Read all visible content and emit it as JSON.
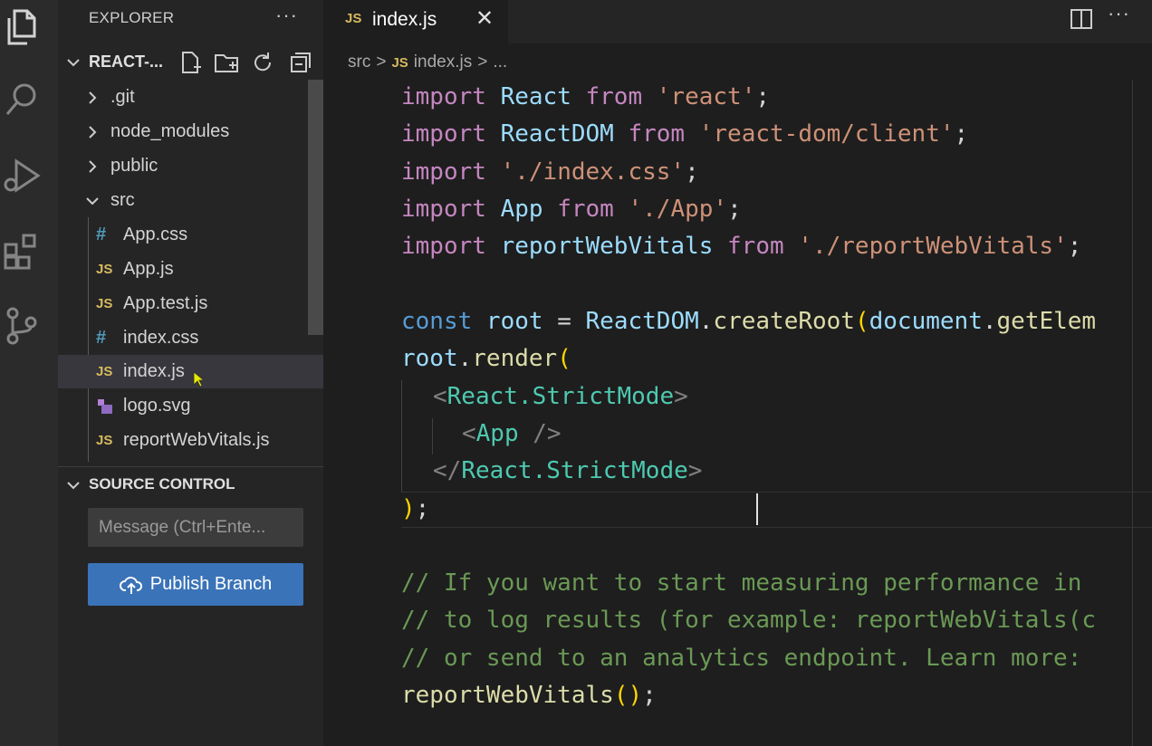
{
  "explorer": {
    "title": "EXPLORER",
    "more": "···",
    "project_name": "REACT-...",
    "items": [
      {
        "label": ".git",
        "type": "folder"
      },
      {
        "label": "node_modules",
        "type": "folder"
      },
      {
        "label": "public",
        "type": "folder"
      },
      {
        "label": "src",
        "type": "folder-open"
      },
      {
        "label": "App.css",
        "type": "css"
      },
      {
        "label": "App.js",
        "type": "js"
      },
      {
        "label": "App.test.js",
        "type": "js"
      },
      {
        "label": "index.css",
        "type": "css"
      },
      {
        "label": "index.js",
        "type": "js"
      },
      {
        "label": "logo.svg",
        "type": "svg"
      },
      {
        "label": "reportWebVitals.js",
        "type": "js"
      }
    ]
  },
  "source_control": {
    "title": "SOURCE CONTROL",
    "message_placeholder": "Message (Ctrl+Ente...",
    "publish_label": "Publish Branch"
  },
  "tab": {
    "icon": "JS",
    "label": "index.js",
    "close": "✕",
    "more": "···"
  },
  "breadcrumb": {
    "root": "src",
    "sep": ">",
    "icon": "JS",
    "file": "index.js",
    "rest": "..."
  },
  "code": {
    "l1": [
      "import",
      " React ",
      "from",
      " 'react'",
      ";"
    ],
    "l2": [
      "import",
      " ReactDOM ",
      "from",
      " 'react-dom/client'",
      ";"
    ],
    "l3": [
      "import",
      " './index.css'",
      ";"
    ],
    "l4": [
      "import",
      " App ",
      "from",
      " './App'",
      ";"
    ],
    "l5": [
      "import",
      " reportWebVitals ",
      "from",
      " './reportWebVitals'",
      ";"
    ],
    "l6": [
      "const",
      " root",
      " = ",
      "ReactDOM",
      ".",
      "createRoot",
      "(",
      "document",
      ".",
      "getElem"
    ],
    "l7": [
      "root",
      ".",
      "render",
      "("
    ],
    "l8": [
      "<",
      "React.StrictMode",
      ">"
    ],
    "l9": [
      "<",
      "App",
      " />"
    ],
    "l10": [
      "</",
      "React.StrictMode",
      ">"
    ],
    "l11": [
      ")",
      ";"
    ],
    "c1": "// If you want to start measuring performance in",
    "c2": "// to log results (for example: reportWebVitals(c",
    "c3": "// or send to an analytics endpoint. Learn more:",
    "l12": [
      "reportWebVitals",
      "()",
      ";"
    ]
  },
  "colors": {
    "accent_button": "#3a73b8",
    "js_icon": "#d7ba5e",
    "css_icon": "#519aba",
    "keyword": "#c586c0",
    "string": "#ce9178",
    "comment": "#6a9955"
  }
}
